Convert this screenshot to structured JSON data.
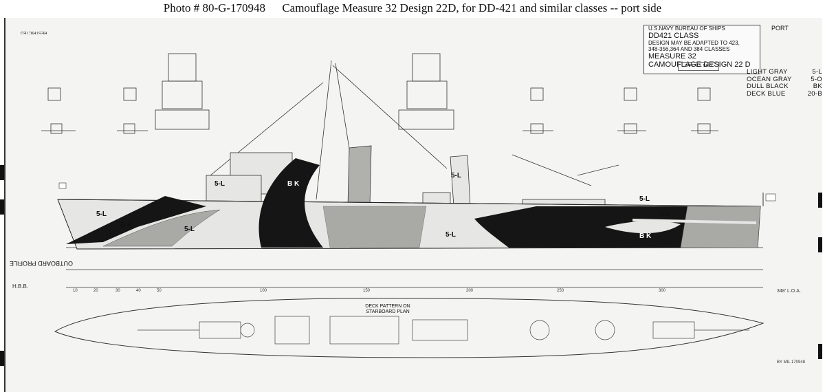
{
  "caption": {
    "photo_number": "Photo #  80-G-170948",
    "description": "Camouflage Measure 32 Design 22D, for DD-421 and similar classes -- port side"
  },
  "title_block": {
    "line1": "U.S.NAVY    BUREAU OF SHIPS",
    "line2": "DD421 CLASS",
    "line3": "DESIGN MAY BE ADAPTED TO 423,",
    "line4": "348-356,364 AND 384 CLASSES",
    "line5": "MEASURE 32",
    "line6": "CAMOUFLAGE DESIGN 22 D",
    "stamp": "CAPT. U.S. NAVY"
  },
  "side": "PORT",
  "legend": [
    {
      "name": "LIGHT GRAY",
      "code": "5-L"
    },
    {
      "name": "OCEAN GRAY",
      "code": "5-O"
    },
    {
      "name": "DULL BLACK",
      "code": "BK"
    },
    {
      "name": "DECK BLUE",
      "code": "20-B"
    }
  ],
  "paint_marks": {
    "bow_light": "5-L",
    "bow_black": "B K",
    "fwd_hull_light": "5-L",
    "mid_black": "B K",
    "bridge_light": "5-L",
    "funnel_light": "5-L",
    "aft_hull_light": "5-L",
    "aft_black": "B K",
    "stern_light": "5-L",
    "deckhouse_light": "5-L"
  },
  "outboard_profile": "OUTBOARD PROFILE",
  "restricted": "RESTRICTED",
  "drawing_initials": "H.B.B.",
  "scale_label": "348' L.O.A.",
  "frame_numbers": [
    "10",
    "20",
    "30",
    "40",
    "50",
    "100",
    "150",
    "200",
    "250",
    "300"
  ],
  "deck_pattern_title": [
    "DECK PATTERN ON",
    "STARBOARD PLAN"
  ],
  "sheet_ref": "BY MIL 170948",
  "colors": {
    "light_gray": "#e6e6e4",
    "ocean_gray": "#a9a9a6",
    "dull_black": "#151515",
    "line": "#333333"
  }
}
